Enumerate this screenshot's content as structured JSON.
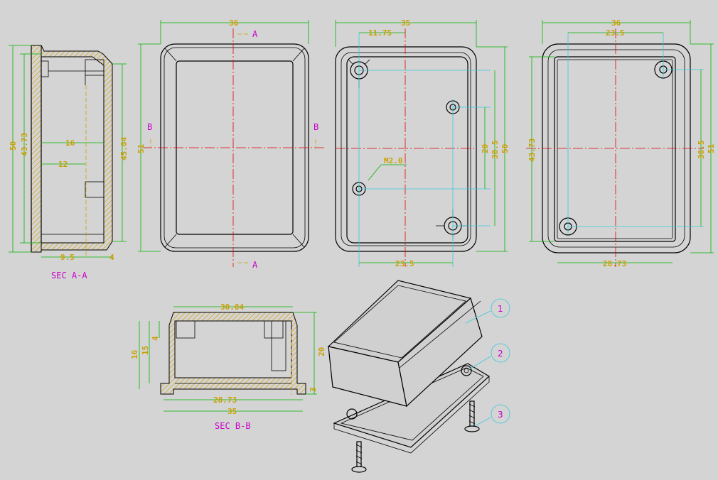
{
  "views": {
    "section_aa": {
      "title": "SEC A-A",
      "dims": {
        "h_outer": "50",
        "h_mid": "43.73",
        "w_inner": "16",
        "w_step": "12",
        "h_right": "45.04",
        "w_bottom": "9.5",
        "w_lip": "4"
      }
    },
    "front_view": {
      "dims": {
        "width": "36",
        "height": "51"
      },
      "cut_labels": {
        "a_top": "A",
        "a_bottom": "A",
        "b_left": "B",
        "b_right": "B"
      }
    },
    "inside_view": {
      "dims": {
        "width": "35",
        "offset": "11.75",
        "boss_span_x": "23.5",
        "boss_span_y1": "20",
        "boss_span_y2": "38.5",
        "height": "50"
      },
      "callout": "M2.0"
    },
    "lid_view": {
      "dims": {
        "width": "36",
        "span_top": "23.5",
        "span_bottom": "28.73",
        "h_left": "43.73",
        "h_right1": "38.5",
        "h_right2": "51"
      }
    },
    "section_bb": {
      "title": "SEC B-B",
      "dims": {
        "top_width": "30.04",
        "inner_width": "28.73",
        "outer_width": "35",
        "h1": "16",
        "h2": "15",
        "h3": "4",
        "h_right": "20",
        "h_base": "3"
      }
    },
    "iso_view": {
      "balloons": [
        "1",
        "2",
        "3"
      ]
    }
  },
  "colors": {
    "background": "#d4d4d4",
    "dimension": "#c8a000",
    "extension": "#00b400",
    "centerline": "#e00000",
    "projection": "#3cc8dc",
    "label": "#c800c8",
    "outline": "#000000"
  }
}
